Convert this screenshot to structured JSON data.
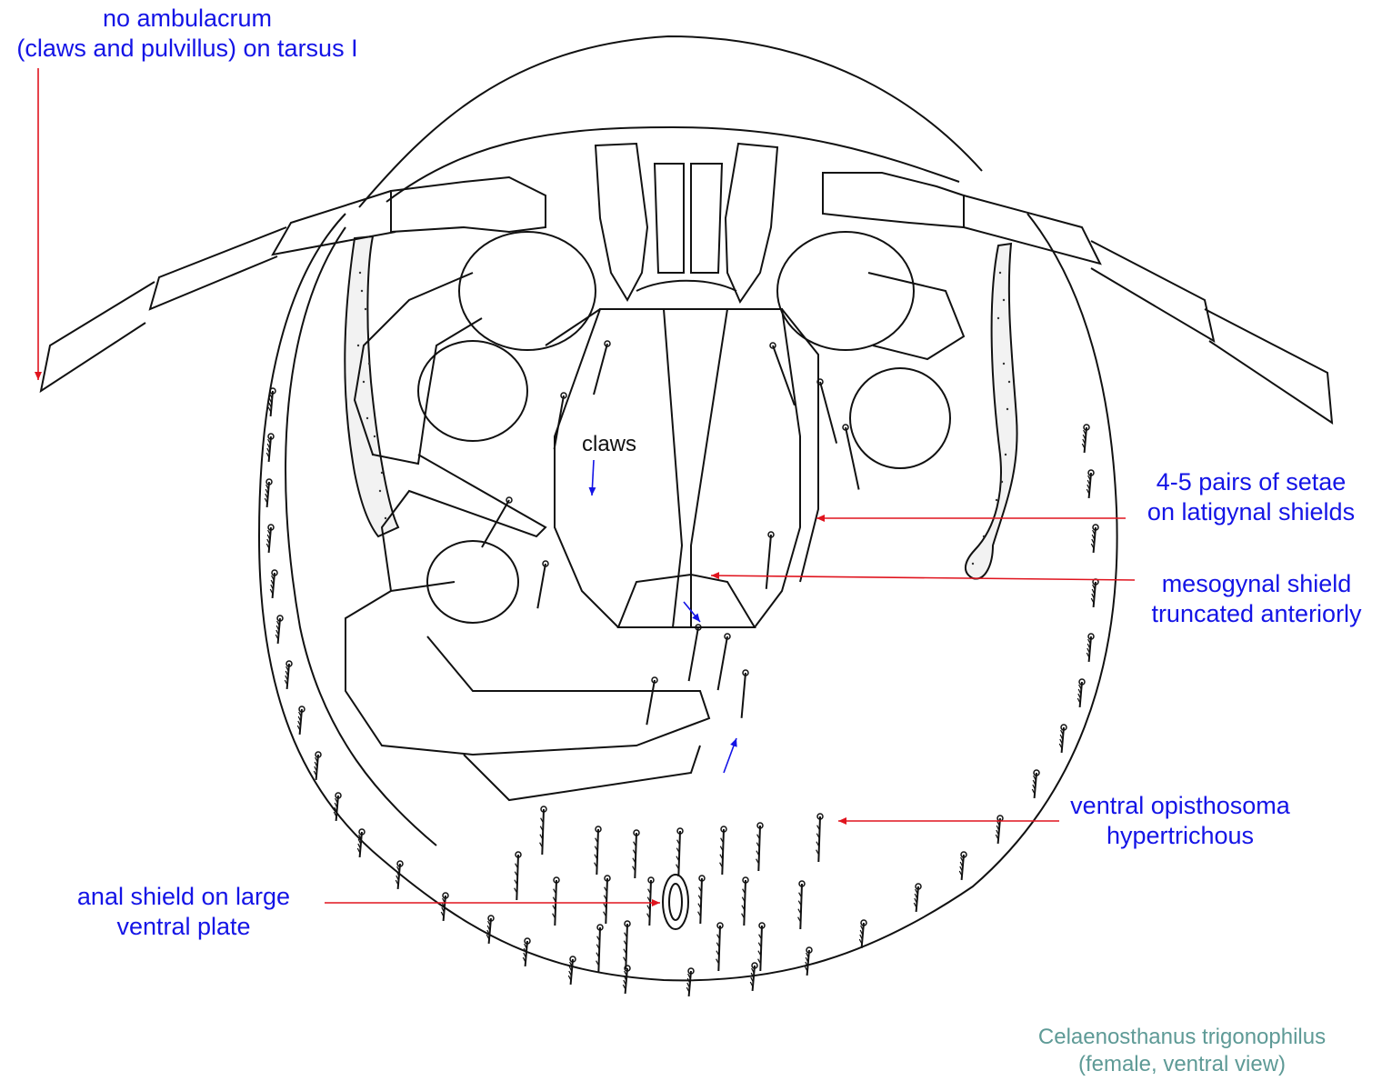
{
  "colors": {
    "label": "#1414e6",
    "leader_red": "#e0141e",
    "claw_arrow": "#1414e6",
    "species": "#5e9a96",
    "drawing": "#111111",
    "stipple": "#333333"
  },
  "labels": {
    "ambulacrum": [
      "no ambulacrum",
      "(claws and pulvillus) on tarsus I"
    ],
    "claws": "claws",
    "latigynal": [
      "4-5 pairs of setae",
      "on latigynal shields"
    ],
    "mesogynal": [
      "mesogynal shield",
      "truncated anteriorly"
    ],
    "opisthosoma": [
      "ventral opisthosoma",
      "hypertrichous"
    ],
    "anal": [
      "anal shield on large",
      "ventral plate"
    ]
  },
  "species": {
    "name": "Celaenosthanus trigonophilus",
    "view": "(female, ventral view)"
  }
}
